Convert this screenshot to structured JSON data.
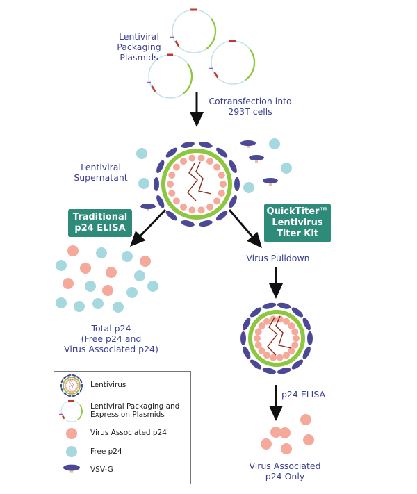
{
  "labels": {
    "packaging_plasmids": [
      "Lentiviral",
      "Packaging",
      "Plasmids"
    ],
    "cotransfection": [
      "Cotransfection into",
      "293T cells"
    ],
    "supernatant": [
      "Lentiviral",
      "Supernatant"
    ],
    "traditional_box": [
      "Traditional",
      "p24 ELISA"
    ],
    "quicktiter_box": [
      "QuickTiter™",
      "Lentivirus",
      "Titer Kit"
    ],
    "virus_pulldown": "Virus Pulldown",
    "total_p24": [
      "Total p24",
      "(Free p24 and",
      "Virus Associated p24)"
    ],
    "p24_elisa": "p24 ELISA",
    "virus_assoc_only": [
      "Virus Associated",
      "p24 Only"
    ]
  },
  "legend": [
    {
      "icon": "lentivirus-icon",
      "label": "Lentivirus"
    },
    {
      "icon": "plasmid-icon",
      "label": "Lentiviral Packaging and\nExpression Plasmids"
    },
    {
      "icon": "virus-associated-p24-icon",
      "label": "Virus Associated p24"
    },
    {
      "icon": "free-p24-icon",
      "label": "Free p24"
    },
    {
      "icon": "vsv-g-icon",
      "label": "VSV-G"
    }
  ],
  "colors": {
    "text": "#3a3f8f",
    "box": "#2e8b7a",
    "envelope": "#8dc63f",
    "vsvg": "#4b4896",
    "assoc_p24": "#f5a99b",
    "free_p24": "#a6d8df",
    "rna": "#8b2a1a",
    "plasmid": "#bfe3e8",
    "arrow": "#111111"
  }
}
